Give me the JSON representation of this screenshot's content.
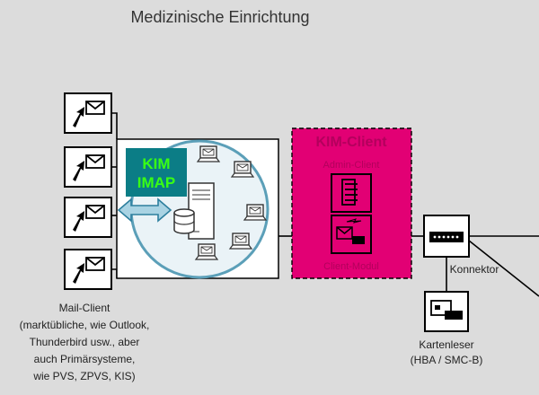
{
  "title": "Medizinische Einrichtung",
  "kim_imap_box": {
    "line1": "KIM",
    "line2": "IMAP"
  },
  "kim_client": {
    "title": "KIM-Client",
    "admin_label": "Admin-Client",
    "client_label": "Client-Modul"
  },
  "connector_label": "Konnektor",
  "card_reader": {
    "line1": "Kartenleser",
    "line2": "(HBA / SMC-B)"
  },
  "mail_client": {
    "lines": [
      "Mail-Client",
      "(marktübliche, wie Outlook,",
      "Thunderbird usw., aber",
      "auch Primärsysteme,",
      "wie PVS, ZPVS, KIS)"
    ]
  },
  "colors": {
    "background": "#dcdcdc",
    "magenta": "#e20074",
    "kim_box_bg": "#0b7d86",
    "kim_box_text": "#39ff14",
    "circle_fill": "#eaf3f7",
    "circle_stroke": "#5b9fb8",
    "arrow_fill": "#a9d3e3",
    "arrow_stroke": "#2d7f9e"
  },
  "icons": {
    "mail_client_icon": "mail-pointer-icon",
    "server_icon": "server-icon",
    "database_icon": "database-icon",
    "laptop_icon": "laptop-mail-icon",
    "connector_icon": "connector-device-icon",
    "card_reader_icon": "card-reader-icon",
    "admin_icon": "admin-client-icon",
    "client_module_icon": "client-module-icon"
  }
}
